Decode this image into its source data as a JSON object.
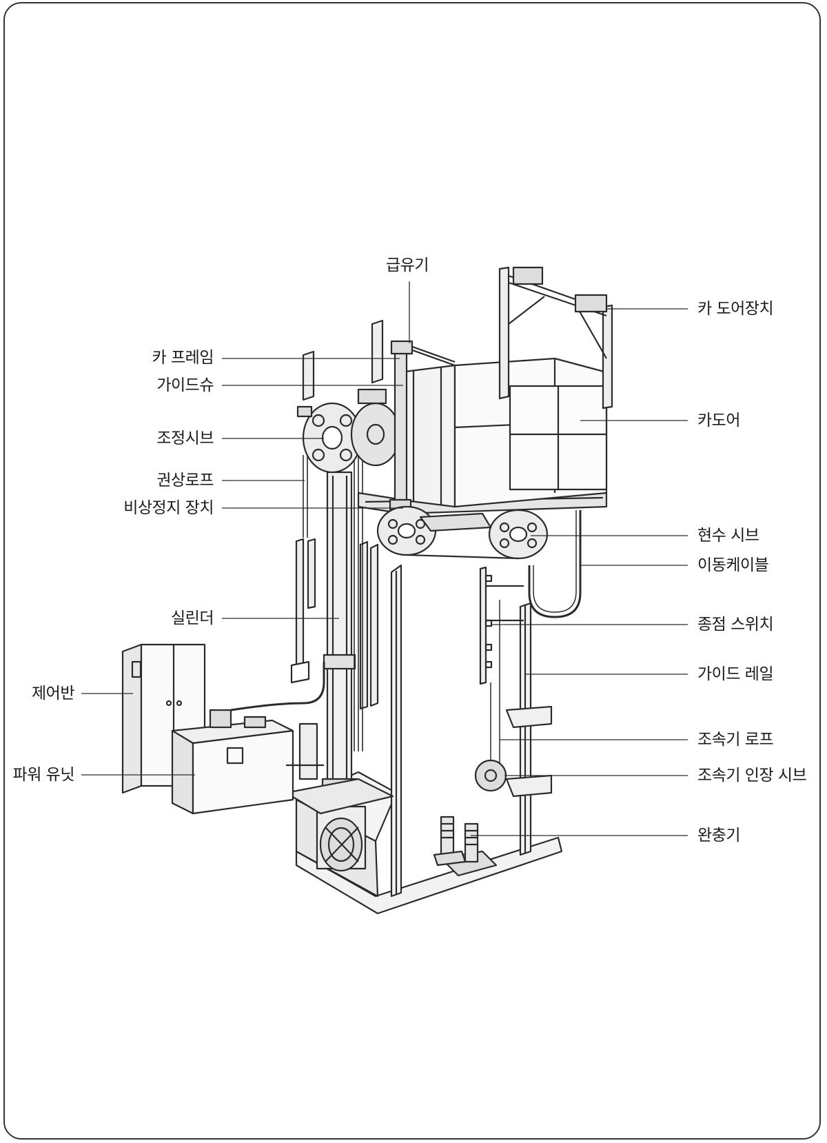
{
  "labels": {
    "oil_feeder": "급유기",
    "car_frame": "카 프레임",
    "guide_shoe": "가이드슈",
    "adjust_sheave": "조정시브",
    "hoist_rope": "권상로프",
    "emergency_stop": "비상정지 장치",
    "cylinder": "실린더",
    "control_panel": "제어반",
    "power_unit": "파워 유닛",
    "car_door_device": "카 도어장치",
    "car_door": "카도어",
    "suspension_sheave": "현수 시브",
    "traveling_cable": "이동케이블",
    "limit_switch": "종점 스위치",
    "guide_rail": "가이드 레일",
    "governor_rope": "조속기 로프",
    "governor_tension_sheave": "조속기 인장 시브",
    "buffer": "완충기"
  },
  "colors": {
    "line": "#2a2a2a",
    "text": "#1a1a1a",
    "border": "#333333"
  }
}
